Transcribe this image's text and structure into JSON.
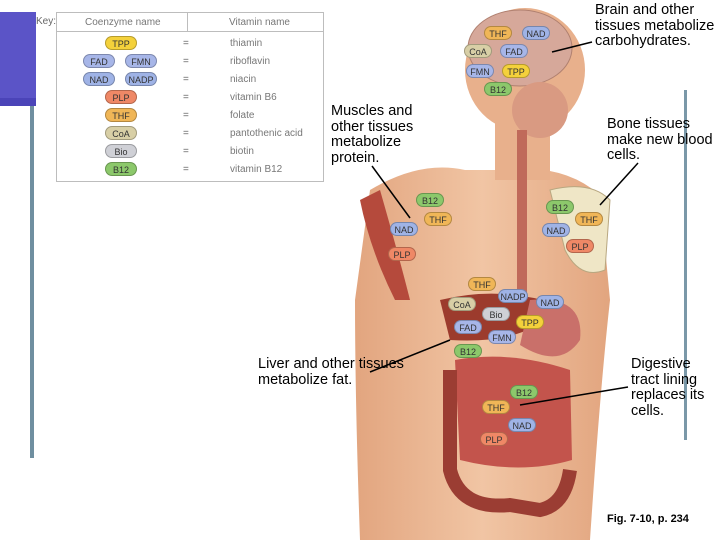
{
  "key": {
    "title": "Key:",
    "col_coenzyme": "Coenzyme name",
    "col_vitamin": "Vitamin name",
    "equals": "=",
    "rows": [
      {
        "coenzymes": [
          "TPP"
        ],
        "vitamin": "thiamin"
      },
      {
        "coenzymes": [
          "FAD",
          "FMN"
        ],
        "vitamin": "riboflavin"
      },
      {
        "coenzymes": [
          "NAD",
          "NADP"
        ],
        "vitamin": "niacin"
      },
      {
        "coenzymes": [
          "PLP"
        ],
        "vitamin": "vitamin B6"
      },
      {
        "coenzymes": [
          "THF"
        ],
        "vitamin": "folate"
      },
      {
        "coenzymes": [
          "CoA"
        ],
        "vitamin": "pantothenic acid"
      },
      {
        "coenzymes": [
          "Bio"
        ],
        "vitamin": "biotin"
      },
      {
        "coenzymes": [
          "B12"
        ],
        "vitamin": "vitamin B12"
      }
    ]
  },
  "callouts": {
    "brain": "Brain and other tissues metabolize carbohydrates.",
    "muscles": "Muscles and other tissues metabolize protein.",
    "bone": "Bone tissues make new blood cells.",
    "liver": "Liver and other tissues metabolize fat.",
    "digestive": "Digestive tract lining replaces its cells."
  },
  "body_tags": {
    "brain": [
      "THF",
      "NAD",
      "CoA",
      "FAD",
      "FMN",
      "TPP",
      "B12"
    ],
    "muscle": [
      "B12",
      "THF",
      "NAD",
      "PLP"
    ],
    "bone": [
      "B12",
      "THF",
      "NAD",
      "PLP"
    ],
    "abdomen": [
      "THF",
      "NADP",
      "NAD",
      "CoA",
      "Bio",
      "TPP",
      "FAD",
      "FMN",
      "B12"
    ],
    "intestine": [
      "B12",
      "THF",
      "NAD",
      "PLP"
    ]
  },
  "caption": "Fig. 7-10, p. 234",
  "colors": {
    "TPP": "#f4d13b",
    "FAD": "#a7b6e8",
    "FMN": "#a7b6e8",
    "NAD": "#9fb3e6",
    "NADP": "#9fb3e6",
    "PLP": "#ef8866",
    "THF": "#f0b657",
    "CoA": "#d8cfa6",
    "Bio": "#cfd0d6",
    "B12": "#8cc86b",
    "slide_accent": "#5b54c7",
    "skin": "#e8b08c",
    "muscle": "#b54a3c"
  }
}
